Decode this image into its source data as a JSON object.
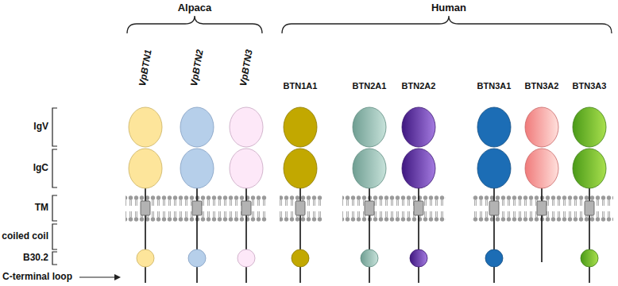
{
  "diagram": {
    "labels": [
      "Alpaca",
      "Human",
      "VpBTN1",
      "VpBTN2",
      "VpBTN3",
      "BTN1A1",
      "BTN2A1",
      "BTN2A2",
      "BTN3A1",
      "BTN3A2",
      "BTN3A3",
      "IgV",
      "IgC",
      "TM",
      "coiled coil",
      "B30.2",
      "C-terminal loop"
    ]
  }
}
